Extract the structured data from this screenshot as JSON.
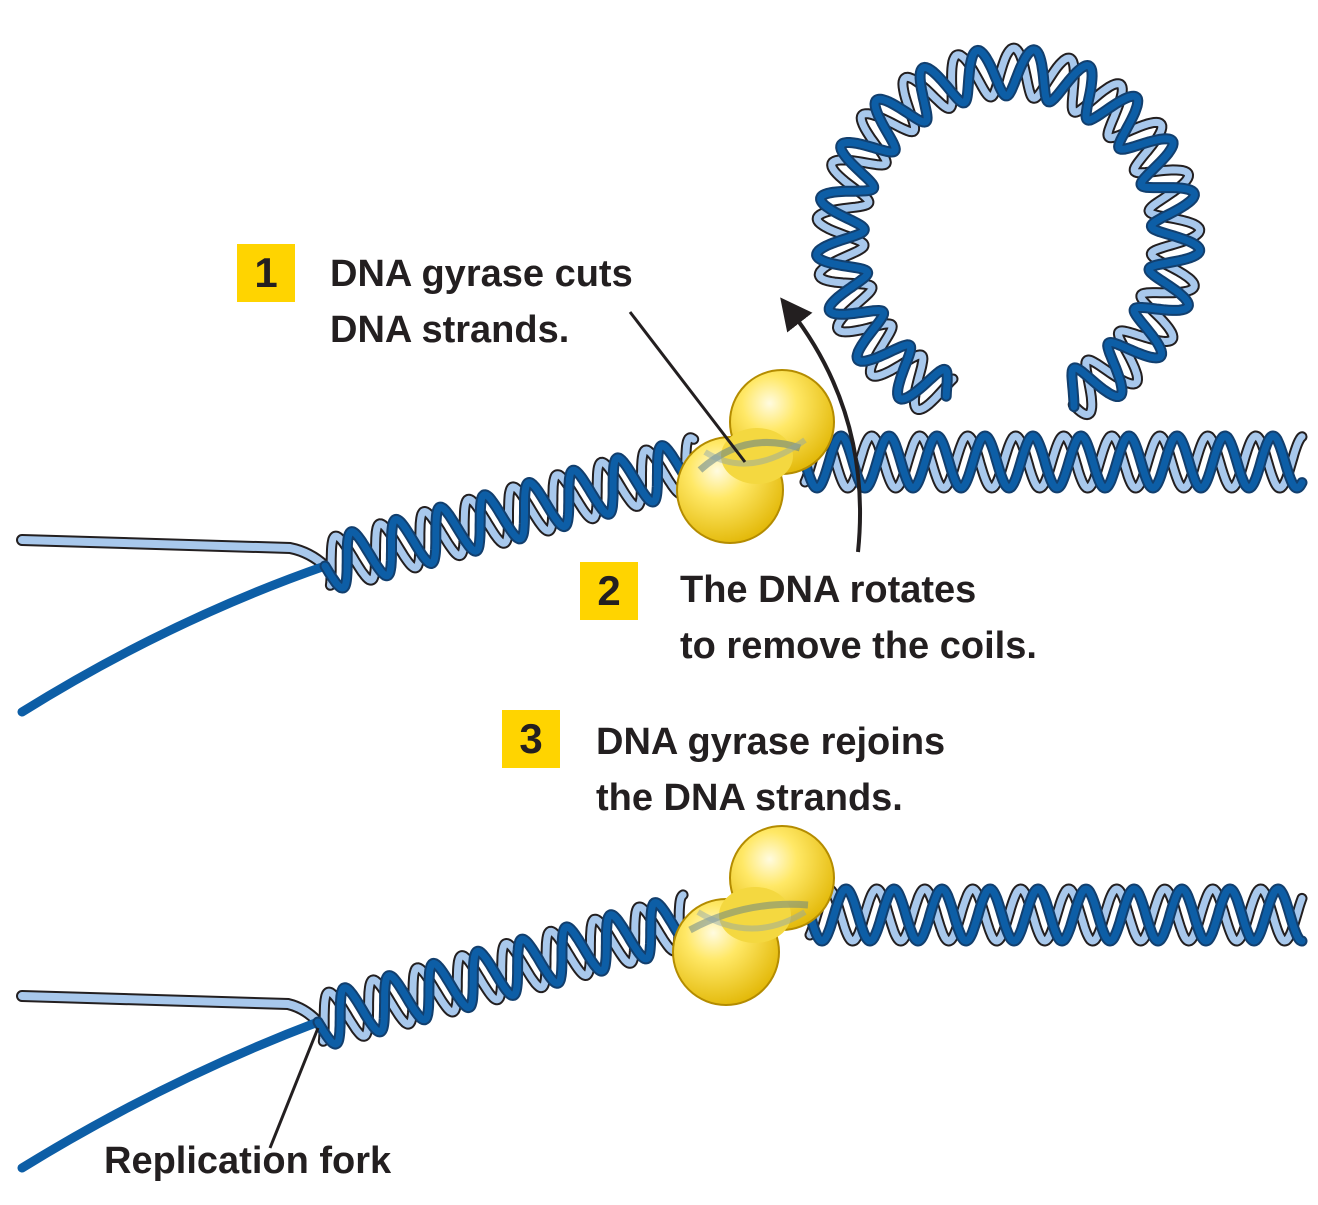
{
  "steps": [
    {
      "number": "1",
      "line1": "DNA gyrase cuts",
      "line2": "DNA strands."
    },
    {
      "number": "2",
      "line1": "The DNA rotates",
      "line2": "to remove the coils."
    },
    {
      "number": "3",
      "line1": "DNA gyrase rejoins",
      "line2": "the DNA strands."
    }
  ],
  "fork_label": "Replication fork",
  "colors": {
    "strand_dark": "#0d5ea6",
    "strand_light": "#a8c8ec",
    "enzyme": "#f2cf2a",
    "badge": "#ffd400",
    "text": "#231f20"
  }
}
